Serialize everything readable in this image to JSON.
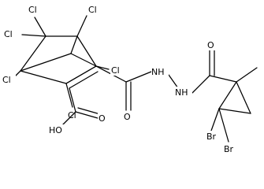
{
  "atom_labels": {
    "cl_top_left_a": "Cl",
    "cl_top_left_b": "Cl",
    "cl_top_right": "Cl",
    "cl_left": "Cl",
    "cl_right": "Cl",
    "cl_lower": "Cl",
    "oh": "HO",
    "o_carboxyl": "O",
    "o_amide_1": "O",
    "o_amide_2": "O",
    "nh_1": "NH",
    "nh_2": "NH",
    "br_1": "Br",
    "br_2": "Br"
  }
}
